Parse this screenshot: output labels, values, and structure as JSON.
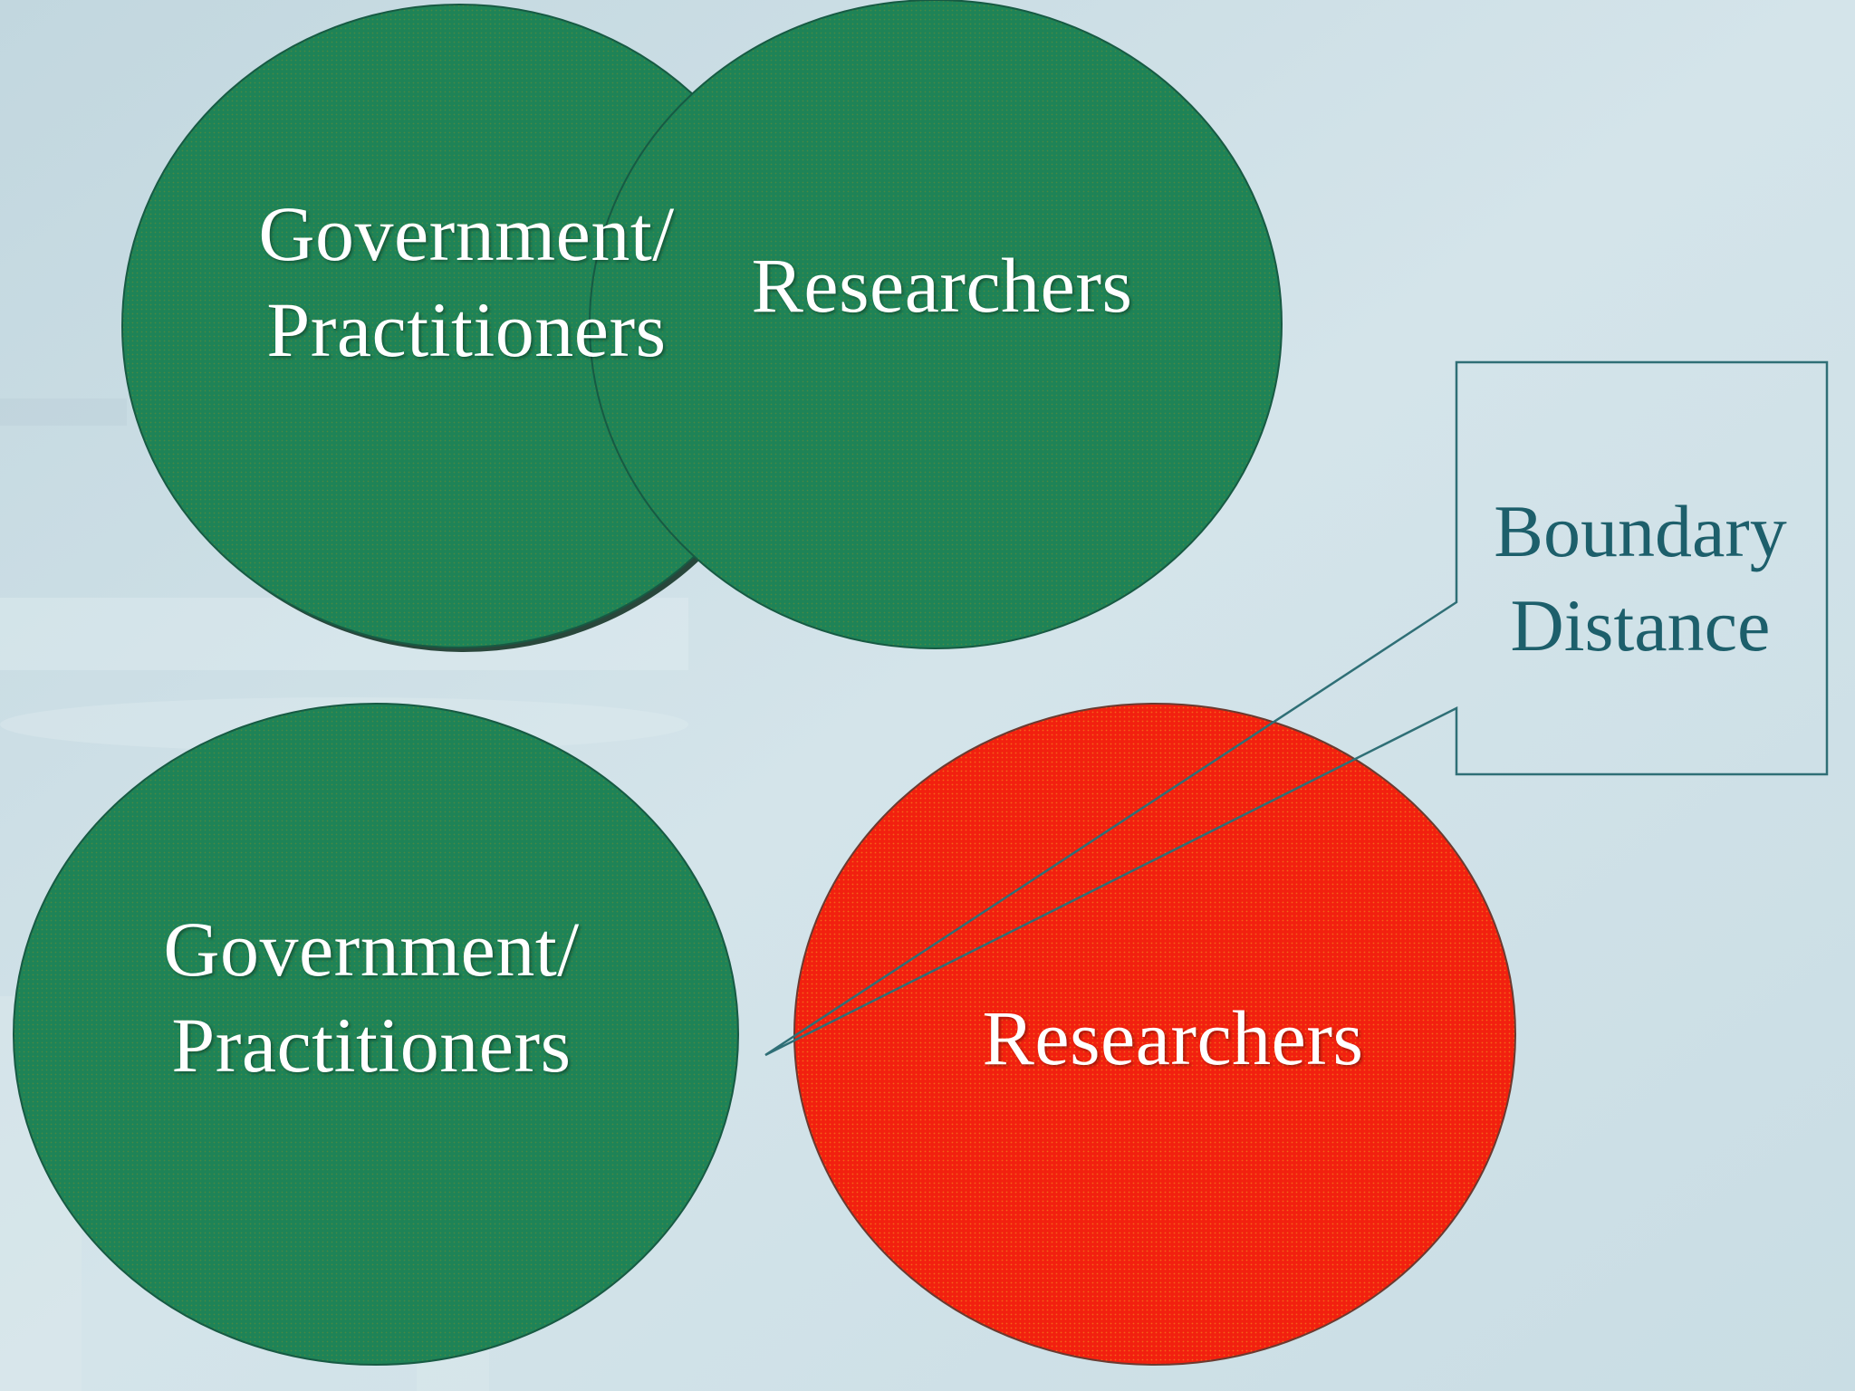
{
  "top_pair": {
    "left_circle": {
      "line1": "Government/",
      "line2": "Practitioners"
    },
    "right_circle": {
      "label": "Researchers"
    }
  },
  "bottom_pair": {
    "left_circle": {
      "line1": "Government/",
      "line2": "Practitioners"
    },
    "right_circle": {
      "label": "Researchers"
    }
  },
  "callout": {
    "line1": "Boundary",
    "line2": "Distance"
  },
  "colors": {
    "background": "#cfe0e6",
    "green_circle": "#1d8258",
    "red_circle": "#f01e10",
    "callout_border": "#2f6f76",
    "callout_text": "#1d5f6b",
    "label_text": "#ffffff"
  }
}
